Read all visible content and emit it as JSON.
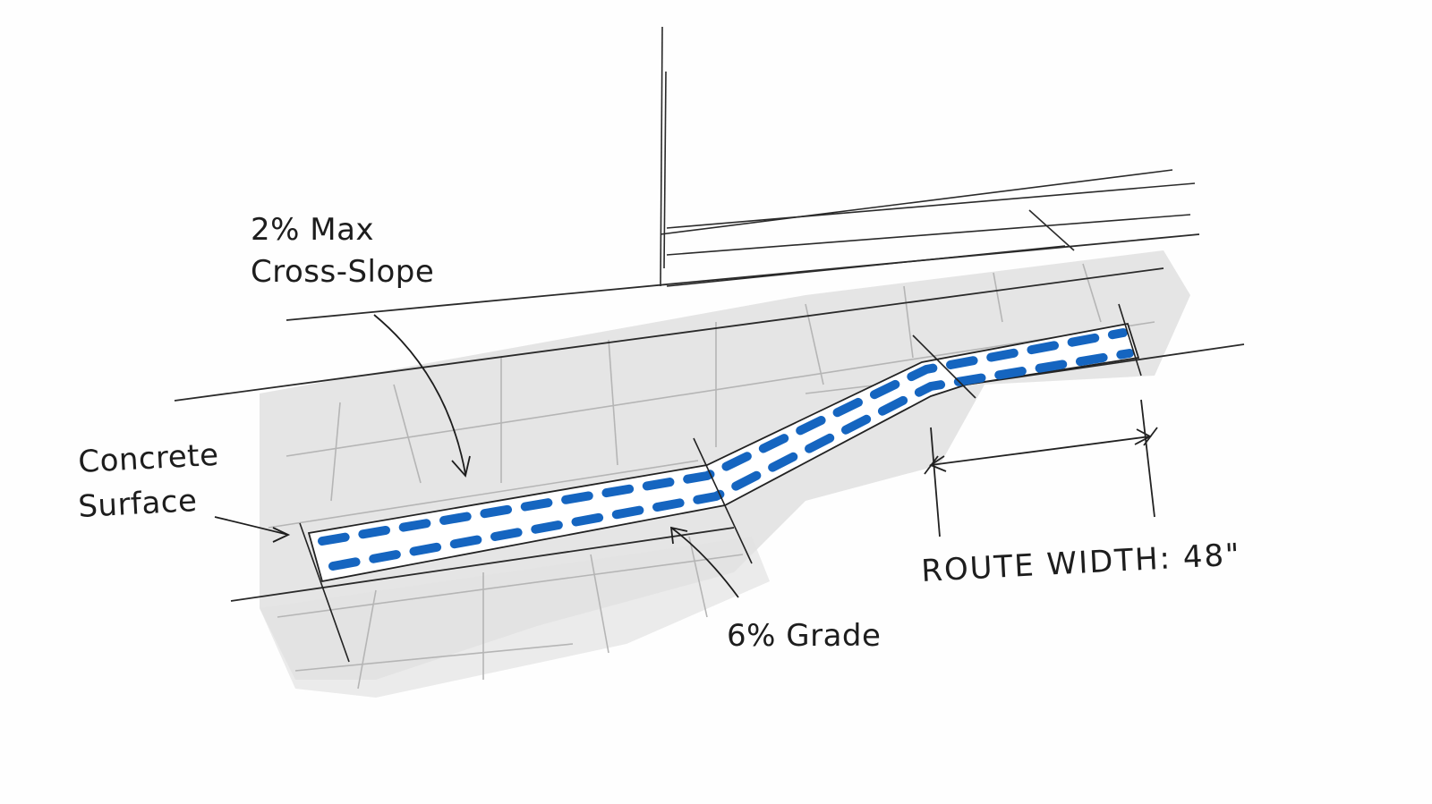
{
  "labels": {
    "cross_slope_line1": "2% Max",
    "cross_slope_line2": "Cross-Slope",
    "concrete_line1": "Concrete",
    "concrete_line2": "Surface",
    "grade": "6% Grade",
    "route_width": "ROUTE WIDTH: 48\""
  },
  "colors": {
    "ink": "#1d1d1d",
    "route_dash": "#1565c0",
    "concrete_shade": "#d9d9d9",
    "concrete_joint": "#b8b8b8",
    "paper": "#fefefe"
  }
}
